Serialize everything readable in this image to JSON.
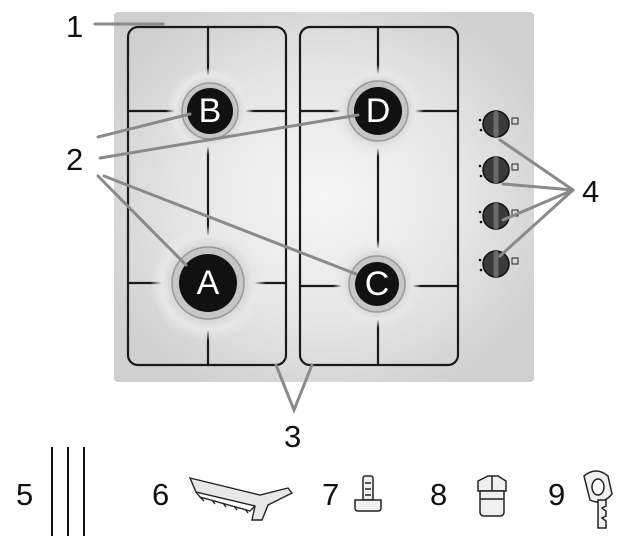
{
  "callouts": {
    "hob_label": "1",
    "burner_label": "2",
    "pan_support_label": "3",
    "control_knob_label": "4",
    "part5_label": "5",
    "part6_label": "6",
    "part7_label": "7",
    "part8_label": "8",
    "part9_label": "9"
  },
  "burners": {
    "rear_left": "B",
    "rear_right": "D",
    "front_left": "A",
    "front_right": "C"
  },
  "colors": {
    "hob_surface": "#d4d4d4",
    "hob_center": "#f4f4f4",
    "grate_line": "#1a1a1a",
    "leader_line": "#8a8a8a",
    "burner_cap": "#111111",
    "burner_ring": "#bfbfbf"
  },
  "icons": {
    "part5": "pipe-lines-icon",
    "part6": "bracket-clamp-icon",
    "part7": "screw-icon",
    "part8": "nozzle-nut-icon",
    "part9": "hose-elbow-icon"
  }
}
